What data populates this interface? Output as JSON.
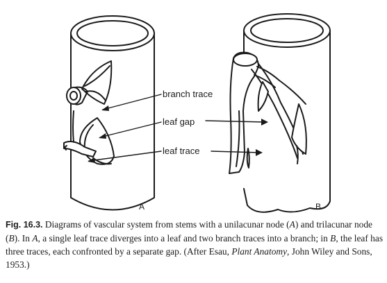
{
  "diagram": {
    "labels": {
      "branch_trace": "branch trace",
      "leaf_gap": "leaf gap",
      "leaf_trace": "leaf trace"
    },
    "panels": {
      "a": "A",
      "b": "B"
    }
  },
  "caption": {
    "fig_num": "Fig. 16.3.",
    "p1": "  Diagrams of vascular system from stems with a unilacunar node (",
    "p1_a": "A",
    "p2": ") and trilacunar node (",
    "p2_b": "B",
    "p3": ").  In ",
    "p3_a": "A",
    "p4": ", a single leaf trace diverges into a leaf and two branch traces into a branch; in ",
    "p4_b": "B",
    "p5": ", the leaf has three traces, each confronted by a separate gap.  (After Esau, ",
    "book": "Plant Anatomy",
    "p6": ", John Wiley and Sons, 1953.)"
  }
}
